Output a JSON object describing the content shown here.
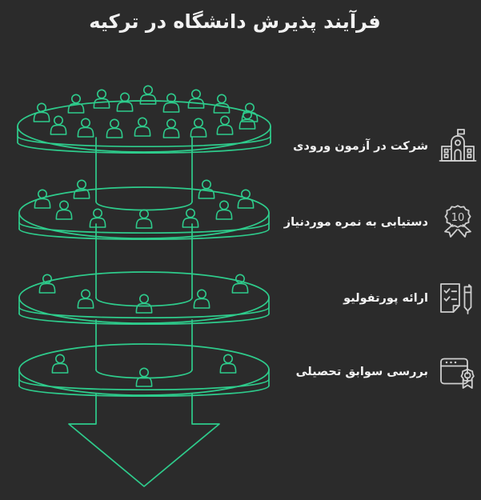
{
  "theme": {
    "background": "#2b2b2b",
    "accent_green": "#2ecc8c",
    "text_color": "#f2f2f2",
    "icon_color": "#cfcfcf"
  },
  "header": {
    "title": "فرآیند پذیرش دانشگاه در ترکیه"
  },
  "steps": [
    {
      "id": "step-entrance-exam",
      "label": "شرکت در آزمون ورودی",
      "icon": "school-building-icon"
    },
    {
      "id": "step-required-score",
      "label": "دستیابی به نمره موردنیاز",
      "icon": "award-badge-icon",
      "badge_value": "10"
    },
    {
      "id": "step-portfolio",
      "label": "ارائه پورتفولیو",
      "icon": "checklist-pen-icon"
    },
    {
      "id": "step-academic-records",
      "label": "بررسی سوابق تحصیلی",
      "icon": "browser-certificate-icon"
    }
  ],
  "chart_data": {
    "type": "funnel",
    "title": "فرآیند پذیرش دانشگاه در ترکیه",
    "orientation": "vertical-descending",
    "stage_unit": "people-icons",
    "categories": [
      "شرکت در آزمون ورودی",
      "دستیابی به نمره موردنیاز",
      "ارائه پورتفولیو",
      "بررسی سوابق تحصیلی"
    ],
    "values": [
      17,
      10,
      5,
      3
    ],
    "stages": [
      {
        "level": 1,
        "label": "شرکت در آزمون ورودی",
        "people": 17,
        "back_row": 9,
        "front_row": 8,
        "disc_width": 310
      },
      {
        "level": 2,
        "label": "دستیابی به نمره موردنیاز",
        "people": 10,
        "back_row": 6,
        "front_row": 4,
        "disc_width": 300
      },
      {
        "level": 3,
        "label": "ارائه پورتفولیو",
        "people": 5,
        "back_row": 2,
        "front_row": 3,
        "disc_width": 300
      },
      {
        "level": 4,
        "label": "بررسی سوابق تحصیلی",
        "people": 3,
        "back_row": 2,
        "front_row": 1,
        "disc_width": 300
      }
    ],
    "outflow_marker": "down-arrow",
    "legend": "none",
    "grid": false
  }
}
